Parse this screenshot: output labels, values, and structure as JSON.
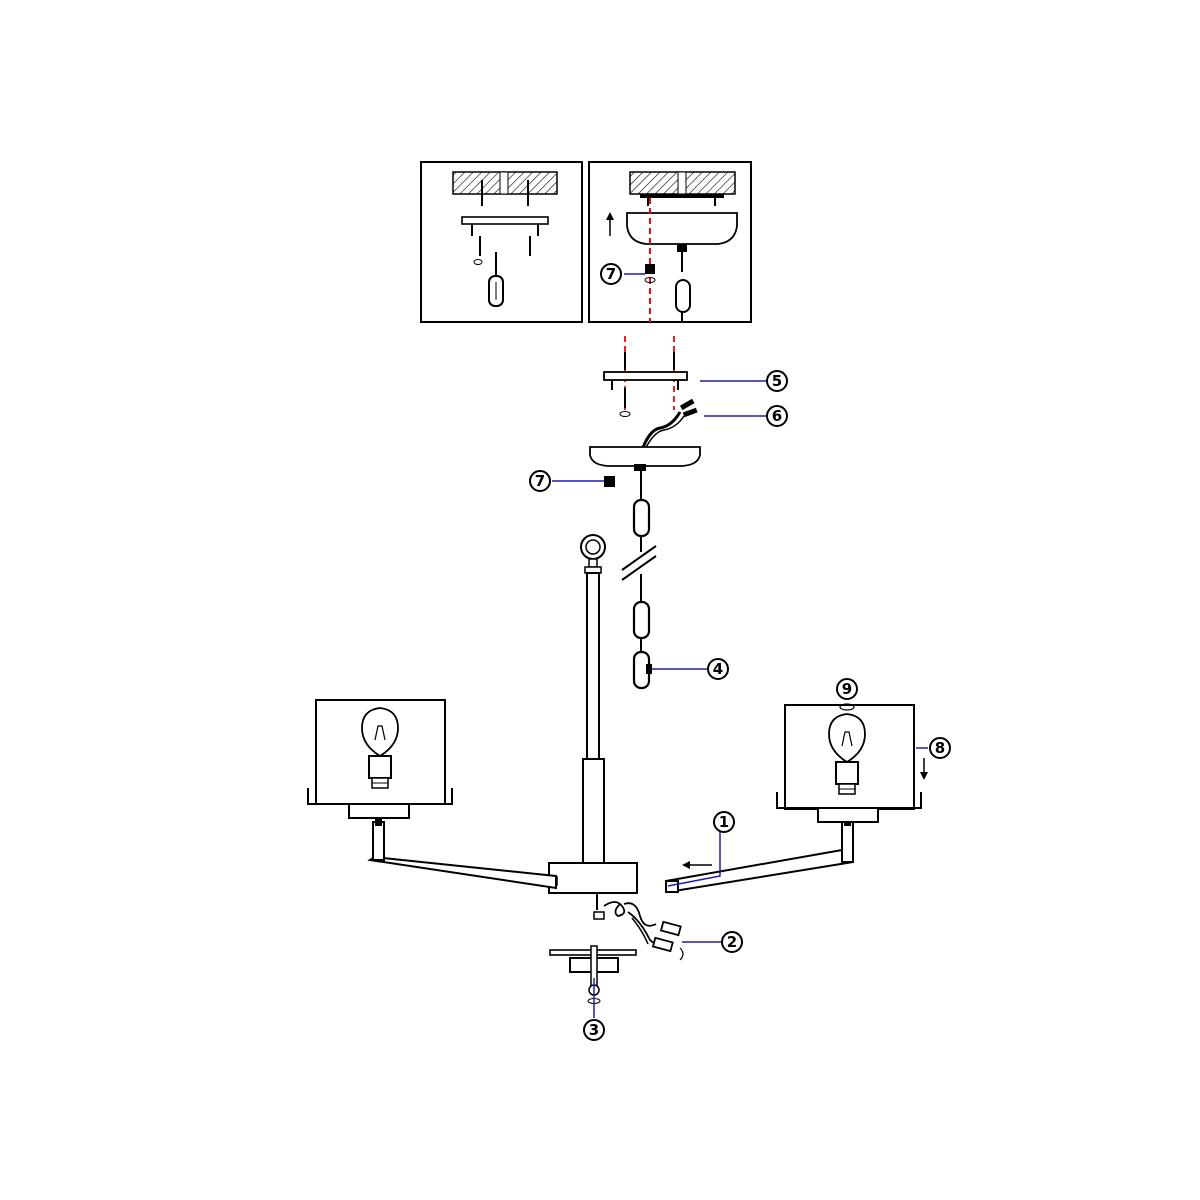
{
  "callouts": [
    {
      "id": "c1",
      "label": "1"
    },
    {
      "id": "c2",
      "label": "2"
    },
    {
      "id": "c3",
      "label": "3"
    },
    {
      "id": "c4",
      "label": "4"
    },
    {
      "id": "c5",
      "label": "5"
    },
    {
      "id": "c6",
      "label": "6"
    },
    {
      "id": "c7a",
      "label": "7"
    },
    {
      "id": "c7b",
      "label": "7"
    },
    {
      "id": "c8",
      "label": "8"
    },
    {
      "id": "c9",
      "label": "9"
    }
  ],
  "colors": {
    "line": "#000000",
    "leader": "#1f1fa8",
    "dash": "#e01010",
    "hatch": "#000000"
  }
}
